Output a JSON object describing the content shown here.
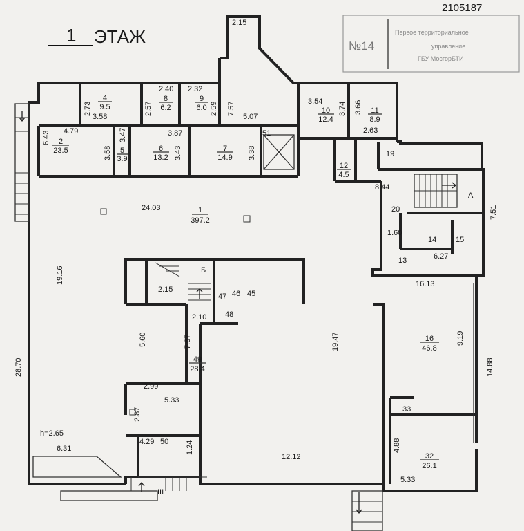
{
  "header": {
    "doc_number": "2105187",
    "floor_number": "1",
    "floor_word": "ЭТАЖ"
  },
  "stamp": {
    "number": "№14",
    "lines": [
      "Первое территориальное",
      "управление",
      "ГБУ МосгорБТИ"
    ]
  },
  "rooms": [
    {
      "num": "1",
      "area": "397.2"
    },
    {
      "num": "2",
      "area": "23.5"
    },
    {
      "num": "4",
      "area": "9.5"
    },
    {
      "num": "5",
      "area": "3.9"
    },
    {
      "num": "6",
      "area": "13.2"
    },
    {
      "num": "7",
      "area": "14.9"
    },
    {
      "num": "8",
      "area": "6.2"
    },
    {
      "num": "9",
      "area": "6.0"
    },
    {
      "num": "10",
      "area": "12.4"
    },
    {
      "num": "11",
      "area": "8.9"
    },
    {
      "num": "12",
      "area": "4.5"
    },
    {
      "num": "16",
      "area": "46.8"
    },
    {
      "num": "32",
      "area": "26.1"
    },
    {
      "num": "49",
      "area": "28.4"
    }
  ],
  "room_tags": [
    "13",
    "14",
    "15",
    "19",
    "20",
    "33",
    "45",
    "46",
    "47",
    "48",
    "50",
    "51",
    "А",
    "Б",
    "III"
  ],
  "dimensions": [
    "2.15",
    "2.73",
    "3.58",
    "2.40",
    "2.57",
    "2.32",
    "2.59",
    "7.57",
    "5.07",
    "3.54",
    "3.74",
    "3.66",
    "2.63",
    "6.43",
    "4.79",
    "3.47",
    "3.58",
    "3.87",
    "3.43",
    "3.38",
    "8.44",
    "7.51",
    "24.03",
    "1.60",
    "6.27",
    "16.13",
    "19.16",
    "2.15",
    "2.10",
    "5.60",
    "7.67",
    "19.47",
    "9.19",
    "14.88",
    "28.70",
    "2.99",
    "5.33",
    "2.87",
    "4.29",
    "1.24",
    "12.12",
    "4.88",
    "5.33",
    "6.31"
  ],
  "ceiling_height": "h=2.65"
}
